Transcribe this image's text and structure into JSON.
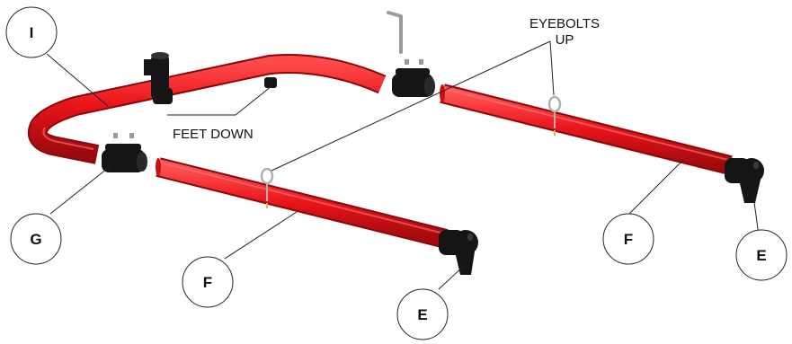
{
  "callouts": {
    "i": "I",
    "g": "G",
    "f_left": "F",
    "f_right": "F",
    "e_left": "E",
    "e_right": "E"
  },
  "annotations": {
    "eyebolts_line1": "EYEBOLTS",
    "eyebolts_line2": "UP",
    "feet_down": "FEET DOWN"
  },
  "colors": {
    "tube": "#e8141a",
    "tube_dark": "#a50a0e",
    "fitting": "#151515",
    "hardware": "#9a9a9a"
  }
}
